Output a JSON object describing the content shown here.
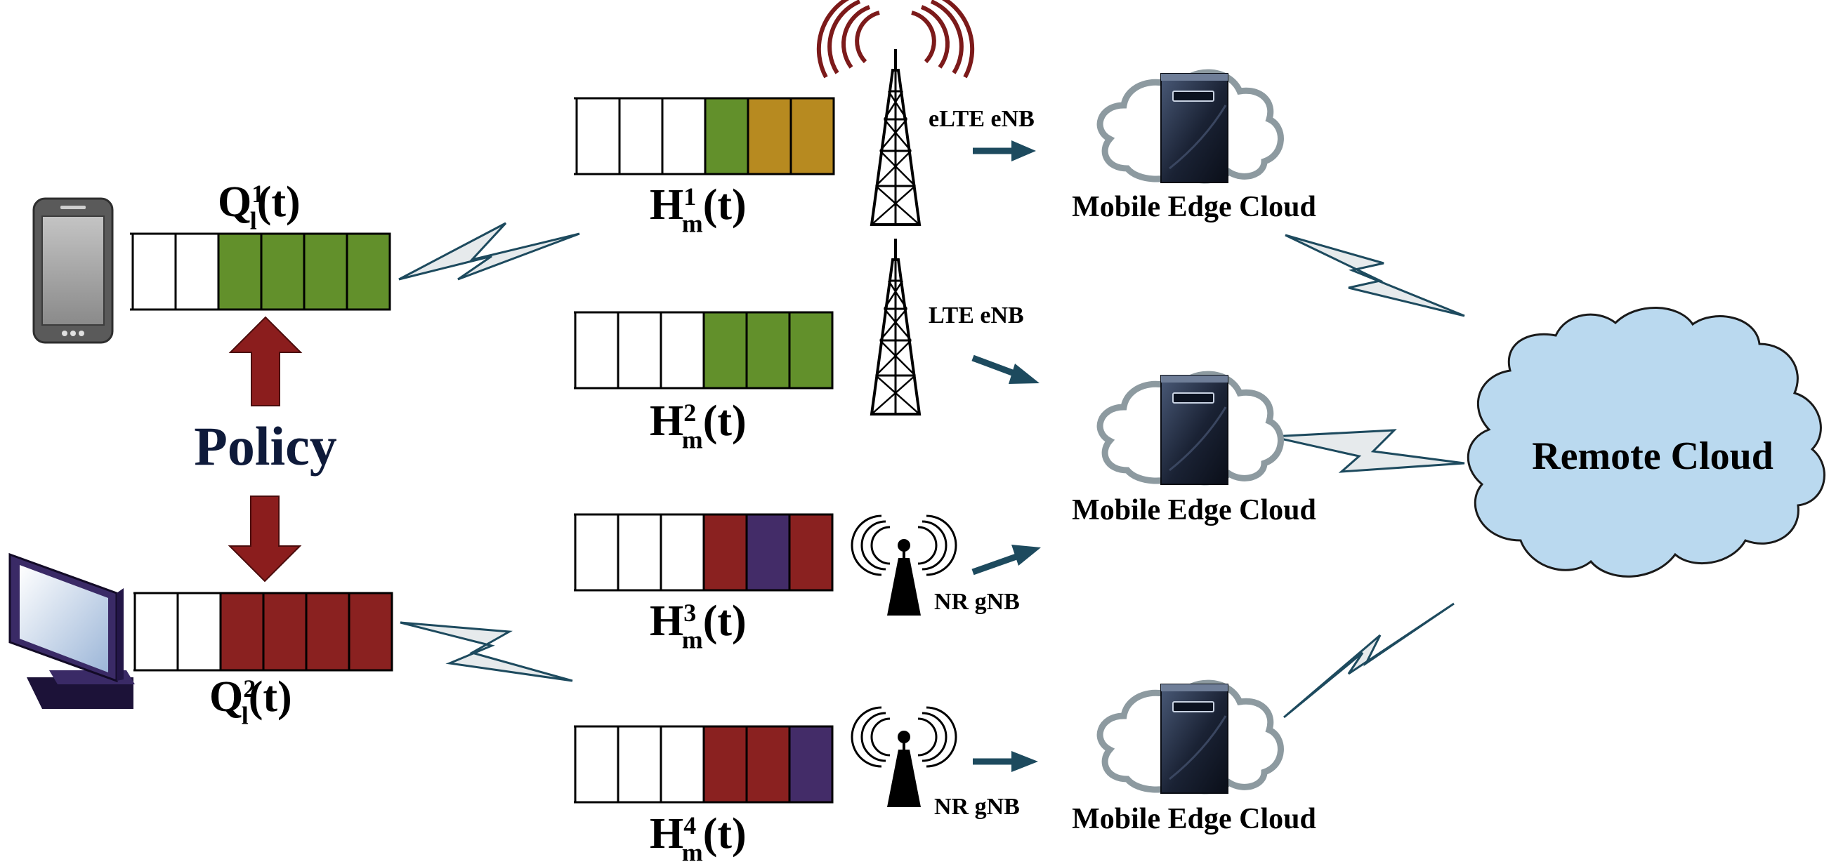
{
  "colors": {
    "green": "#62902b",
    "gold": "#b78a20",
    "red": "#8a2120",
    "purple": "#432c68",
    "arrow_red": "#8b1d1d",
    "arrow_teal": "#1d4a5e",
    "navy": "#0e1a3a",
    "cloud_blue": "#bad9ef",
    "antenna_red": "#7c1a1a"
  },
  "labels": {
    "policy": "Policy",
    "remote_cloud": "Remote Cloud",
    "mec_1": "Mobile Edge Cloud",
    "mec_2": "Mobile Edge Cloud",
    "mec_3": "Mobile Edge Cloud",
    "bs_1": "eLTE eNB",
    "bs_2": "LTE eNB",
    "bs_3": "NR gNB",
    "bs_4": "NR gNB"
  },
  "queue_labels": {
    "q1": {
      "base": "Q",
      "sup": "1",
      "sub": "l",
      "tail": "(t)"
    },
    "q2": {
      "base": "Q",
      "sup": "2",
      "sub": "l",
      "tail": "(t)"
    },
    "h1": {
      "base": "H",
      "sup": "1",
      "sub": "m",
      "tail": "(t)"
    },
    "h2": {
      "base": "H",
      "sup": "2",
      "sub": "m",
      "tail": "(t)"
    },
    "h3": {
      "base": "H",
      "sup": "3",
      "sub": "m",
      "tail": "(t)"
    },
    "h4": {
      "base": "H",
      "sup": "4",
      "sub": "m",
      "tail": "(t)"
    }
  },
  "queues": {
    "q1": [
      "empty",
      "empty",
      "green",
      "green",
      "green",
      "green"
    ],
    "q2": [
      "empty",
      "empty",
      "red",
      "red",
      "red",
      "red"
    ],
    "h1": [
      "empty",
      "empty",
      "empty",
      "green",
      "gold",
      "gold"
    ],
    "h2": [
      "empty",
      "empty",
      "empty",
      "green",
      "green",
      "green"
    ],
    "h3": [
      "empty",
      "empty",
      "empty",
      "red",
      "purple",
      "red"
    ],
    "h4": [
      "empty",
      "empty",
      "empty",
      "red",
      "red",
      "purple"
    ]
  },
  "icons": {
    "device_1": "smartphone-icon",
    "device_2": "monitor-icon",
    "tower_1": "lattice-tower-icon",
    "tower_2": "lattice-tower-icon",
    "tower_3": "gnb-antenna-icon",
    "tower_4": "gnb-antenna-icon",
    "server": "server-icon",
    "link": "wireless-link-icon"
  }
}
